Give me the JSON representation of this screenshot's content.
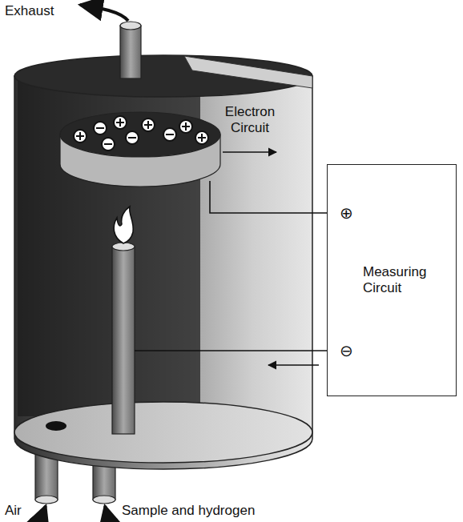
{
  "diagram": {
    "nodes": [
      {
        "text": [
          "Measuring Circuit"
        ]
      }
    ],
    "labels": [
      "Exhaust",
      "Electron Circuit",
      "⊕",
      "⊖",
      "Air",
      "Sample and hydrogen"
    ]
  }
}
